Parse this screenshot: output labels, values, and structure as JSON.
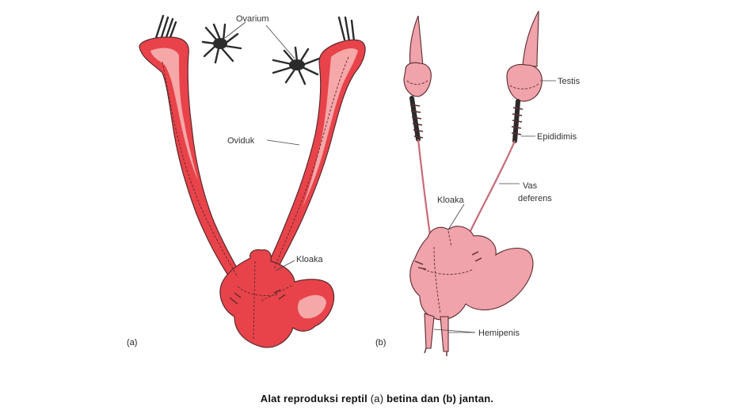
{
  "colors": {
    "female_organ": "#e8434a",
    "female_highlight": "#f7b3b3",
    "male_organ": "#f0a3ab",
    "male_dark": "#c76b76",
    "outline": "#5a2a2e",
    "ovary": "#2b2b2b",
    "leader": "#444444"
  },
  "labels": {
    "ovarium": "Ovarium",
    "oviduk": "Oviduk",
    "kloaka_female": "Kloaka",
    "testis": "Testis",
    "epididimis": "Epididimis",
    "vas_deferens_line1": "Vas",
    "vas_deferens_line2": "deferens",
    "kloaka_male": "Kloaka",
    "hemipenis": "Hemipenis",
    "panel_a": "(a)",
    "panel_b": "(b)"
  },
  "caption": {
    "part1": "Alat reproduksi reptil",
    "part2": "(a)",
    "part3": "betina dan",
    "part4": "(b)",
    "part5": "jantan."
  }
}
